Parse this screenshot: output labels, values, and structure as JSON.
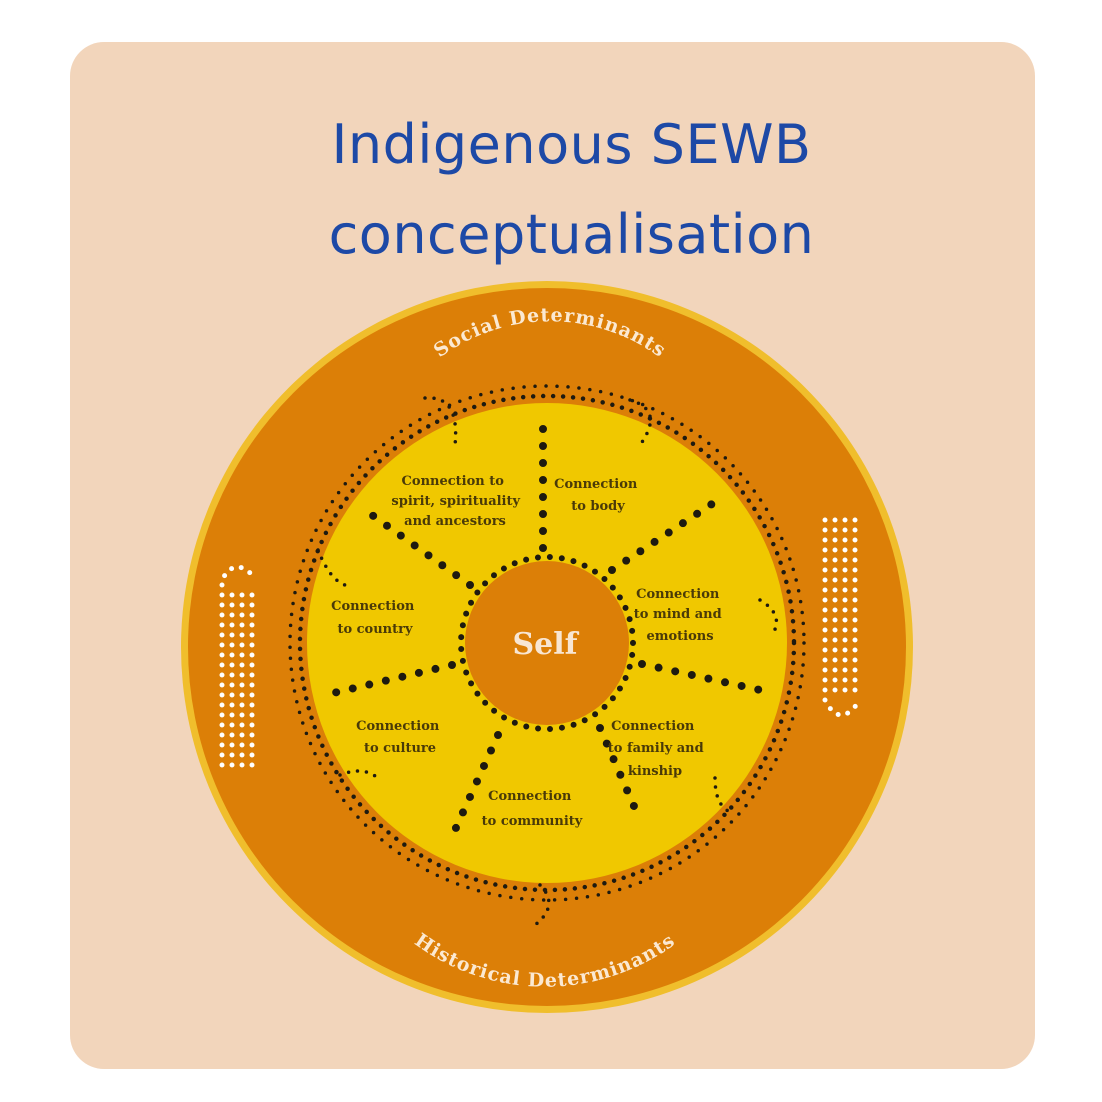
{
  "title": {
    "line1": "Indigenous SEWB",
    "line2": "conceptualisation"
  },
  "diagram": {
    "outer_top_label": "Social Determinants",
    "outer_bottom_label": "Historical Determinants",
    "center_label": "Self",
    "segments": [
      {
        "id": "spirit",
        "lines": [
          "Connection to",
          "spirit, spirituality",
          "and ancestors"
        ]
      },
      {
        "id": "body",
        "lines": [
          "Connection",
          "to body"
        ]
      },
      {
        "id": "mind",
        "lines": [
          "Connection",
          "to mind and",
          "emotions"
        ]
      },
      {
        "id": "family",
        "lines": [
          "Connection",
          "to family and",
          "kinship"
        ]
      },
      {
        "id": "community",
        "lines": [
          "Connection",
          "to community"
        ]
      },
      {
        "id": "culture",
        "lines": [
          "Connection",
          "to culture"
        ]
      },
      {
        "id": "country",
        "lines": [
          "Connection",
          "to country"
        ]
      }
    ],
    "colors": {
      "card": "#f2d5bb",
      "title": "#1d49a6",
      "outer_ring": "#dc7f07",
      "outer_rim": "#f0be2c",
      "inner_disc": "#f0c800",
      "center": "#dc7f07",
      "dots": "#1e1a10",
      "white_dots": "#ffffff"
    }
  }
}
